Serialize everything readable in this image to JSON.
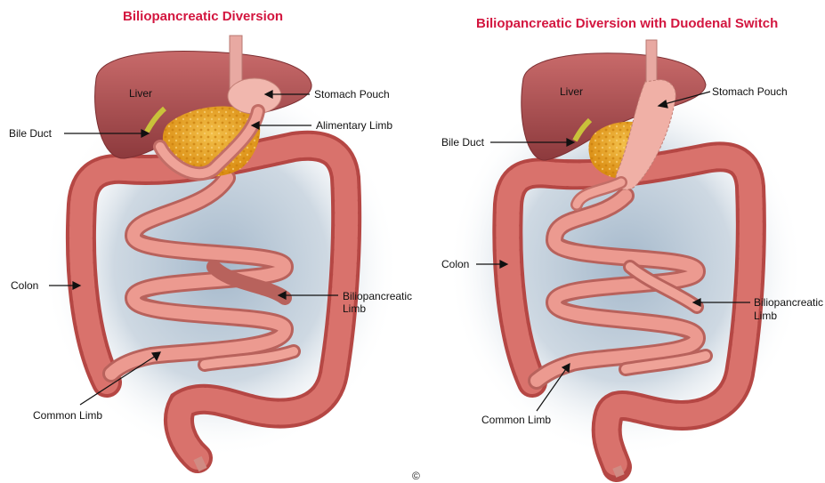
{
  "colors": {
    "title": "#d3163f",
    "intestine": "#e0837b",
    "colon": "#c9534f",
    "liver": "#a8484a",
    "fat": "#e7a219",
    "background_glow": "#9fb4c8"
  },
  "left": {
    "title": "Biliopancreatic Diversion",
    "labels": {
      "liver": "Liver",
      "stomach_pouch": "Stomach Pouch",
      "alimentary_limb": "Alimentary Limb",
      "bile_duct": "Bile Duct",
      "colon": "Colon",
      "biliopancreatic_limb_1": "Biliopancreatic",
      "biliopancreatic_limb_2": "Limb",
      "common_limb": "Common Limb"
    }
  },
  "right": {
    "title": "Biliopancreatic Diversion with Duodenal Switch",
    "labels": {
      "liver": "Liver",
      "stomach_pouch": "Stomach Pouch",
      "bile_duct": "Bile Duct",
      "colon": "Colon",
      "biliopancreatic_limb_1": "Biliopancreatic",
      "biliopancreatic_limb_2": "Limb",
      "common_limb": "Common Limb"
    }
  },
  "copyright": "©"
}
